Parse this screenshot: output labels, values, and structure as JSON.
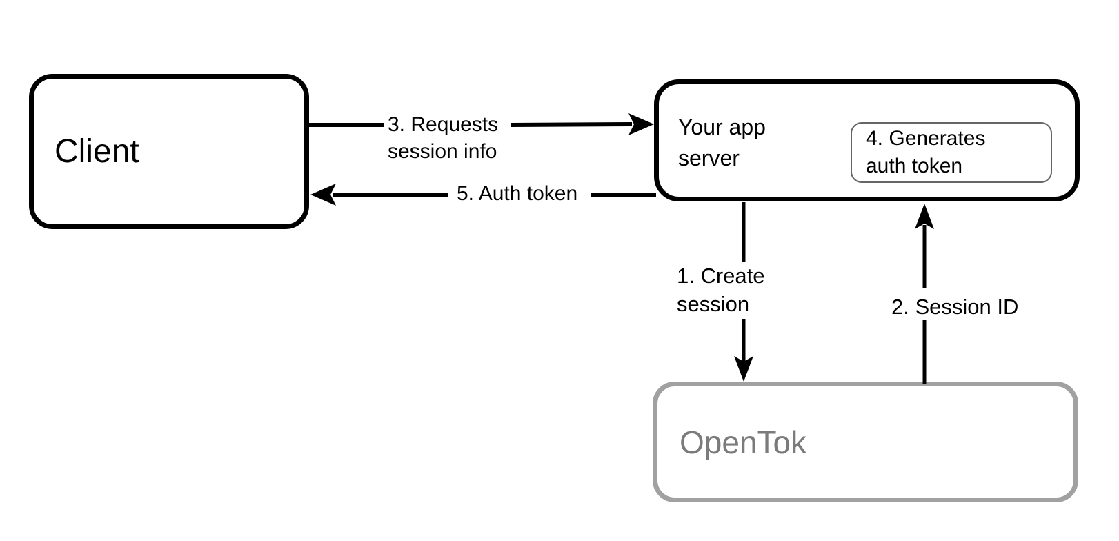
{
  "diagram": {
    "background": "#ffffff",
    "line_color": "#000000",
    "nodes": {
      "client": {
        "label": "Client",
        "border_color": "#000000"
      },
      "app_server": {
        "label": "Your app\nserver",
        "border_color": "#000000"
      },
      "generates_auth_token": {
        "label": "4. Generates\nauth token",
        "border_color": "#666666"
      },
      "opentok": {
        "label": "OpenTok",
        "border_color": "#a1a1a1",
        "text_color": "#7b7b7b"
      }
    },
    "edges": {
      "requests_session_info": {
        "label": "3. Requests\nsession info",
        "from": "client",
        "to": "app_server"
      },
      "auth_token": {
        "label": "5. Auth token",
        "from": "app_server",
        "to": "client"
      },
      "create_session": {
        "label": "1. Create\nsession",
        "from": "app_server",
        "to": "opentok"
      },
      "session_id": {
        "label": "2. Session ID",
        "from": "opentok",
        "to": "app_server"
      }
    }
  }
}
